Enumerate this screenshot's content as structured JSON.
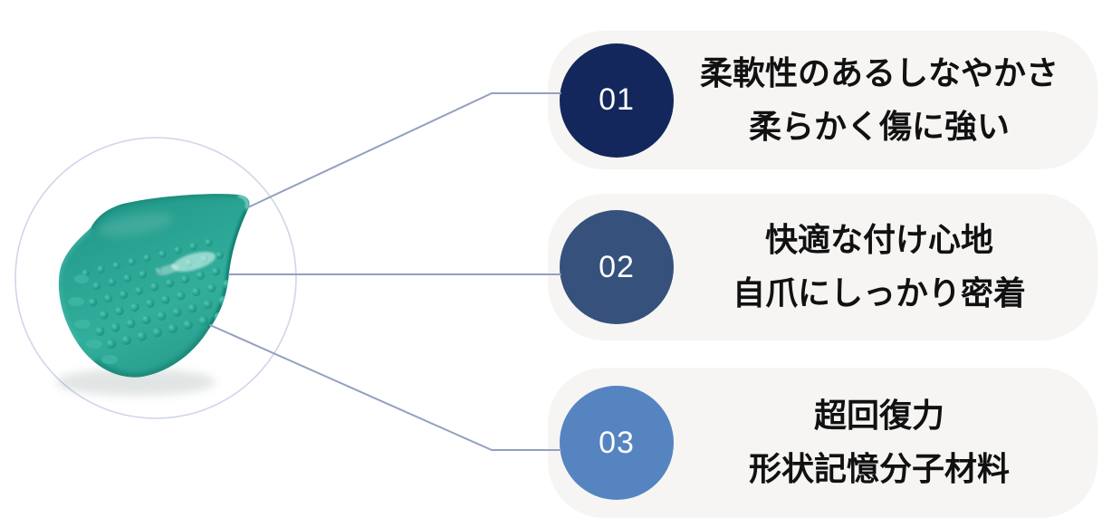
{
  "diagram": {
    "type": "product-feature-callouts",
    "background": "#ffffff"
  },
  "product": {
    "label": "teal nail-tip product photo",
    "body_color": "#2ca797",
    "halo_ring_color": "#cfd6e9"
  },
  "connectors": {
    "color": "#93a0bf"
  },
  "cards": {
    "background": "#f6f5f3",
    "text_color": "#111111",
    "number_text_color": "#ffffff"
  },
  "features": [
    {
      "number": "01",
      "badge_color": "#13275c",
      "title_line1": "柔軟性のあるしなやかさ",
      "title_line2": "柔らかく傷に強い"
    },
    {
      "number": "02",
      "badge_color": "#35517c",
      "title_line1": "快適な付け心地",
      "title_line2": "自爪にしっかり密着"
    },
    {
      "number": "03",
      "badge_color": "#5584c1",
      "title_line1": "超回復力",
      "title_line2": "形状記憶分子材料"
    }
  ]
}
